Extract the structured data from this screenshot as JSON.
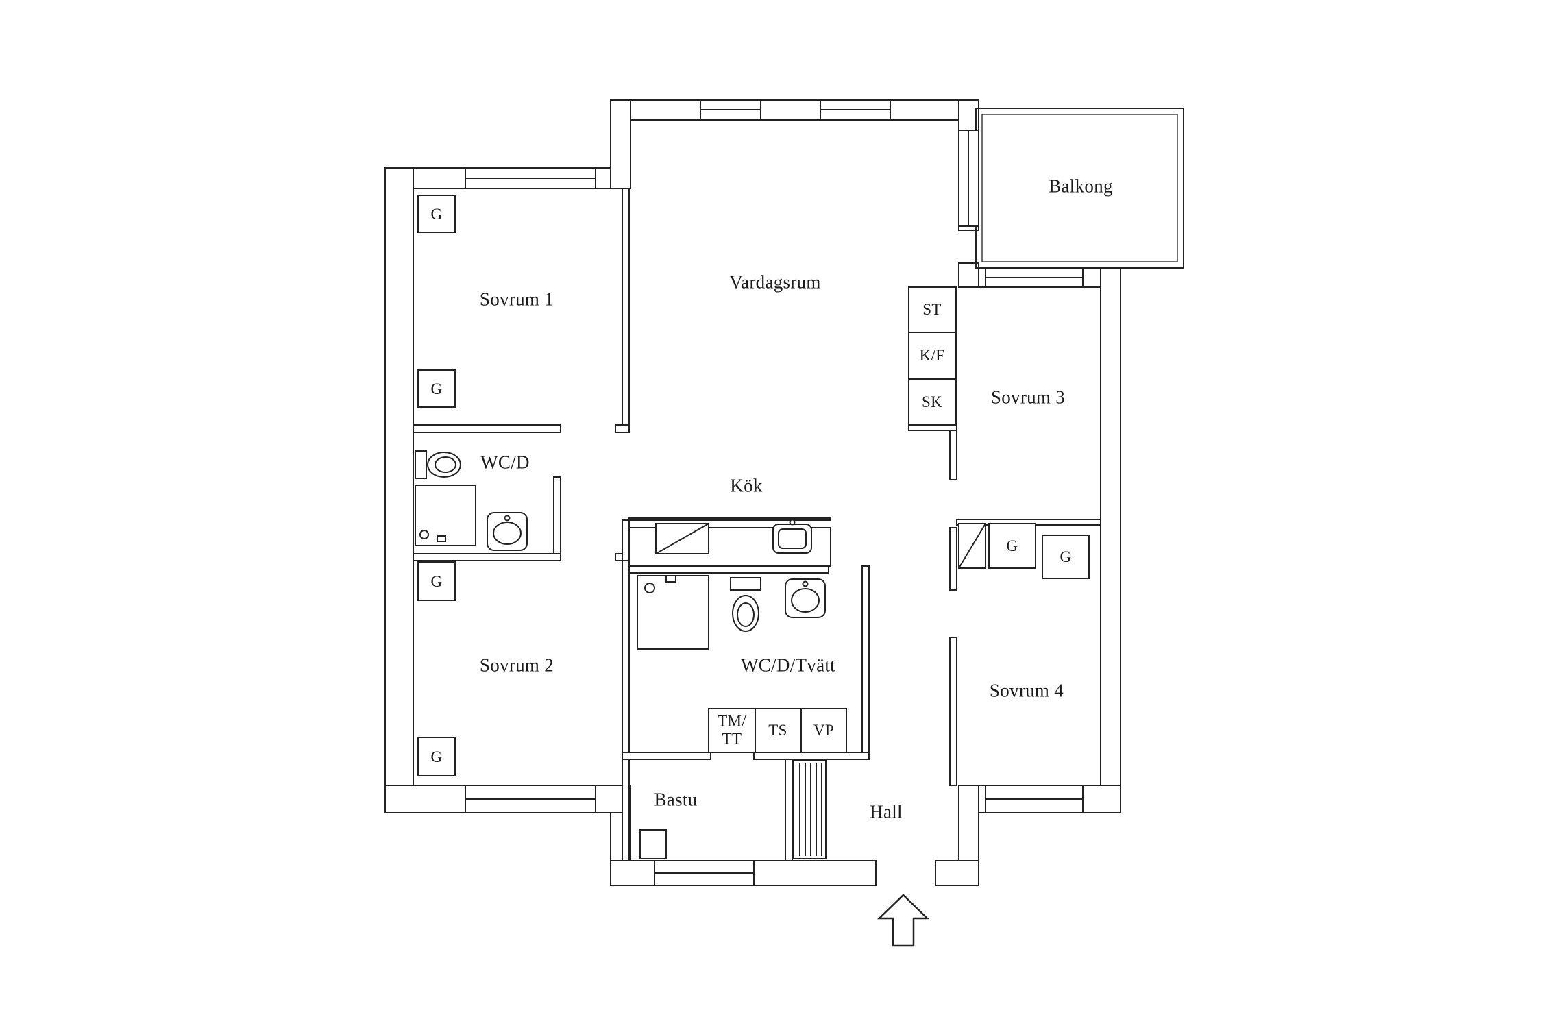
{
  "plan": {
    "rooms": {
      "sovrum1": "Sovrum 1",
      "vardagsrum": "Vardagsrum",
      "balkong": "Balkong",
      "sovrum3": "Sovrum 3",
      "wcd": "WC/D",
      "kok": "Kök",
      "sovrum2": "Sovrum 2",
      "wcd_tvatt": "WC/D/Tvätt",
      "sovrum4": "Sovrum 4",
      "bastu": "Bastu",
      "hall": "Hall"
    },
    "storage": {
      "g": "G",
      "st": "ST",
      "kf": "K/F",
      "sk": "SK"
    },
    "appliances": {
      "tm_line1": "TM/",
      "tm_line2": "TT",
      "ts": "TS",
      "vp": "VP"
    },
    "colors": {
      "wall": "#222222",
      "background": "#ffffff"
    }
  }
}
